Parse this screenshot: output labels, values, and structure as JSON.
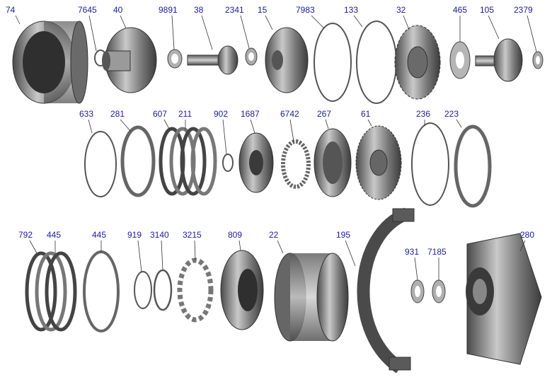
{
  "labels": [
    "74",
    "7645",
    "40",
    "9891",
    "38",
    "2341",
    "15",
    "7983",
    "133",
    "32",
    "465",
    "105",
    "2379",
    "633",
    "281",
    "607",
    "211",
    "902",
    "1687",
    "6742",
    "267",
    "61",
    "236",
    "223",
    "792",
    "445",
    "445",
    "919",
    "3140",
    "3215",
    "809",
    "22",
    "195",
    "931",
    "7185",
    "280"
  ],
  "colors": {
    "label": "#1a1aa8",
    "leader": "#333333",
    "part_dark": "#3a3a3a",
    "part_mid": "#8a8a8a",
    "part_light": "#c8c8c8"
  }
}
